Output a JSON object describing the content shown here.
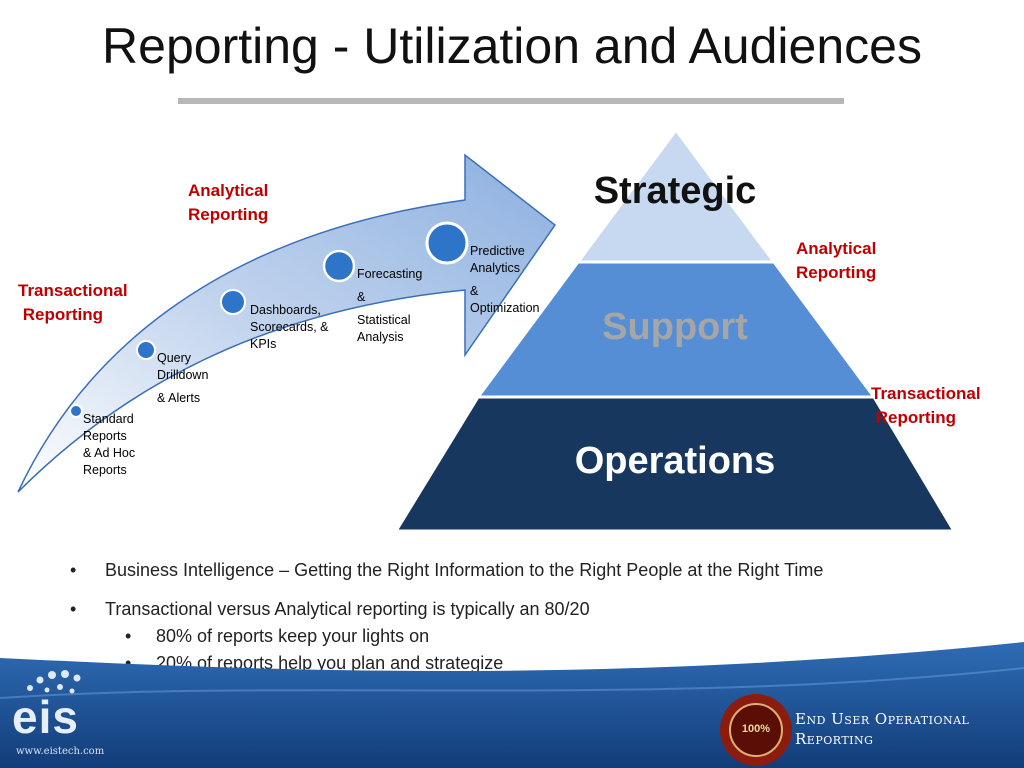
{
  "title": "Reporting - Utilization and Audiences",
  "arrow": {
    "label_analytical": "Analytical\nReporting",
    "label_transactional": "Transactional\n Reporting",
    "steps": [
      {
        "lines": [
          "Standard",
          "Reports",
          "& Ad Hoc",
          "Reports"
        ]
      },
      {
        "lines": [
          "Query",
          "Drilldown"
        ],
        "extra": "& Alerts"
      },
      {
        "lines": [
          "Dashboards,",
          "Scorecards, &",
          "KPIs"
        ]
      },
      {
        "lines": [
          "Forecasting"
        ],
        "extra": "&",
        "extra2": [
          "Statistical",
          "Analysis"
        ]
      },
      {
        "lines": [
          "Predictive",
          "Analytics"
        ],
        "extra": "&",
        "extra2": [
          "Optimization"
        ]
      }
    ]
  },
  "pyramid": {
    "top": "Strategic",
    "middle": "Support",
    "bottom": "Operations",
    "label_analytical": "Analytical\nReporting",
    "label_transactional": "Transactional\n Reporting",
    "colors": {
      "top": "#c6d9f1",
      "middle": "#558ed5",
      "bottom": "#17375e"
    }
  },
  "bullets": {
    "b1": "Business Intelligence – Getting the Right Information to the Right People at the Right Time",
    "b2": "Transactional versus Analytical reporting is typically an 80/20",
    "sub1": "80% of reports keep your lights on",
    "sub2": "20% of reports help you plan and strategize",
    "bullet_char": "•"
  },
  "footer": {
    "logo_text": "eis",
    "url": "www.eistech.com",
    "seal_text": "100%",
    "tagline_line1": "End User Operational",
    "tagline_line2": "Reporting"
  }
}
